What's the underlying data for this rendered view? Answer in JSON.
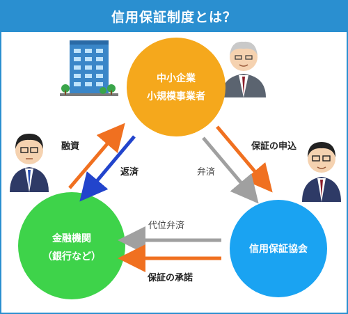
{
  "title": "信用保証制度とは？",
  "nodes": {
    "sme": {
      "line1": "中小企業",
      "line2": "小規模事業者",
      "color": "#f5a81c"
    },
    "bank": {
      "line1": "金融機関",
      "line2": "（銀行など）",
      "color": "#3ed34a"
    },
    "guarantee": {
      "line1": "信用保証協会",
      "color": "#1aa3f2"
    }
  },
  "edges": {
    "financing": "融資",
    "repayment": "返済",
    "apply": "保証の申込",
    "repay_to_guarantee": "弁済",
    "subrogation": "代位弁済",
    "approval": "保証の承諾"
  },
  "colors": {
    "orange_arrow": "#f07020",
    "blue_arrow": "#2244cc",
    "gray_arrow": "#a0a0a0",
    "title_bg": "#2a8fd0"
  }
}
